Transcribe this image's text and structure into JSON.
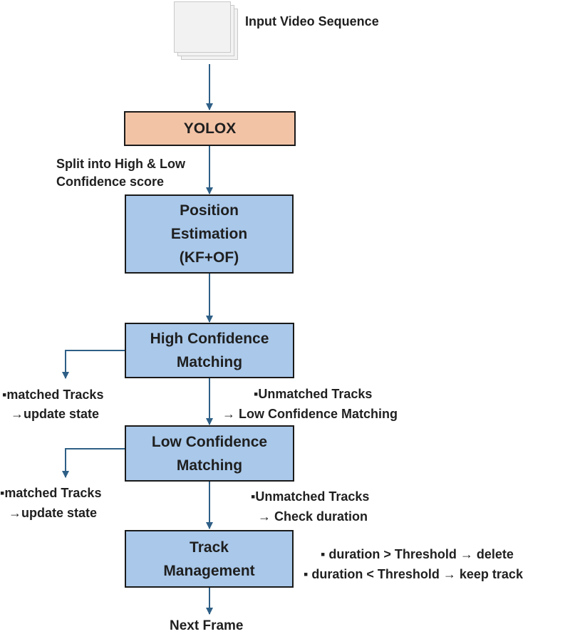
{
  "input": {
    "label": "Input Video Sequence"
  },
  "yolox": {
    "label": "YOLOX"
  },
  "split_note": {
    "line1": "Split into High & Low",
    "line2": "Confidence score"
  },
  "position_estimation": {
    "line1": "Position",
    "line2": "Estimation",
    "line3": "(KF+OF)"
  },
  "high_conf": {
    "line1": "High Confidence",
    "line2": "Matching",
    "left_note": {
      "line1": "▪matched Tracks",
      "line2": "→update state"
    },
    "right_note": {
      "line1": "▪Unmatched Tracks",
      "line2": "→ Low Confidence Matching"
    }
  },
  "low_conf": {
    "line1": "Low Confidence",
    "line2": "Matching",
    "left_note": {
      "line1": "▪matched Tracks",
      "line2": "→update state"
    },
    "right_note": {
      "line1": "▪Unmatched Tracks",
      "line2": "→ Check duration"
    }
  },
  "track_mgmt": {
    "line1": "Track",
    "line2": "Management",
    "rules": {
      "line1": "▪ duration > Threshold → delete",
      "line2": "▪ duration < Threshold →  keep track"
    }
  },
  "next_frame": {
    "label": "Next Frame"
  },
  "colors": {
    "arrow": "#2e5f86",
    "box_blue": "#a9c8ea",
    "box_salmon": "#f3c3a6"
  }
}
